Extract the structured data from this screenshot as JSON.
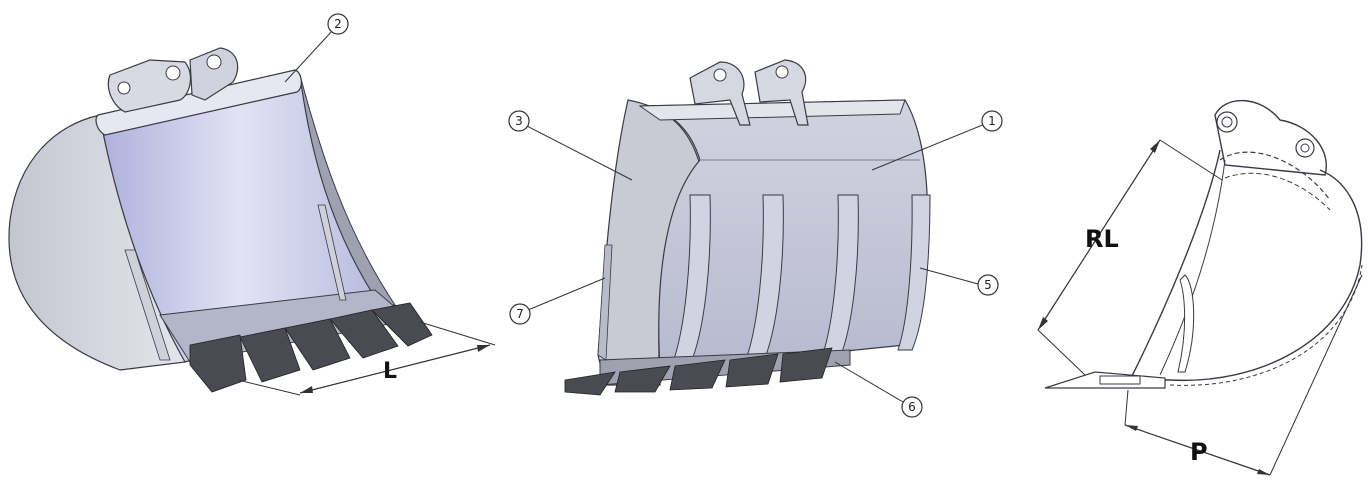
{
  "colors": {
    "steel_light": "#dcdde8",
    "steel_mid": "#b8bac8",
    "steel_dark": "#8a8c99",
    "blue_inner": "#c6c8e8",
    "teeth": "#4a4a52",
    "outline": "#3a3a44",
    "leader": "#333333"
  },
  "callouts": {
    "c1": "1",
    "c2": "2",
    "c3": "3",
    "c5": "5",
    "c6": "6",
    "c7": "7"
  },
  "dimensions": {
    "L": "L",
    "RL": "RL",
    "P": "P"
  }
}
